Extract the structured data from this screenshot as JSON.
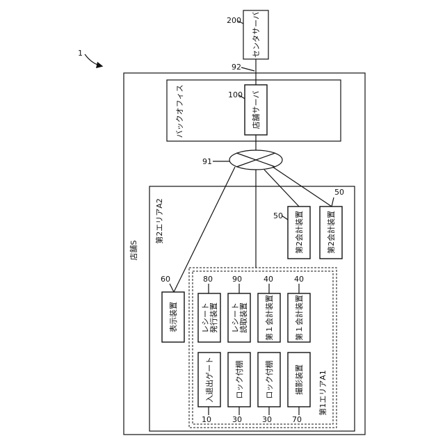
{
  "figure": {
    "system_ref": "1",
    "center_server": {
      "label": "センタサーバ",
      "ref": "200"
    },
    "line_92": "92",
    "store": {
      "label": "店舗S"
    },
    "back_office": {
      "label": "バックオフィス"
    },
    "store_server": {
      "label": "店舗サーバ",
      "ref": "100"
    },
    "network": {
      "ref": "91"
    },
    "area2": {
      "label": "第2エリアA2"
    },
    "area1": {
      "label": "第1エリアA1"
    },
    "checkout2_a": {
      "label": "第2会計装置",
      "ref": "50"
    },
    "checkout2_b": {
      "label": "第2会計装置",
      "ref": "50"
    },
    "display": {
      "label": "表示装置",
      "ref": "60"
    },
    "receipt_issue": {
      "label_line1": "レシート",
      "label_line2": "発行装置",
      "ref": "80"
    },
    "receipt_read": {
      "label_line1": "レシート",
      "label_line2": "読取装置",
      "ref": "90"
    },
    "checkout1_a": {
      "label": "第１会計装置",
      "ref": "40"
    },
    "checkout1_b": {
      "label": "第１会計装置",
      "ref": "40"
    },
    "gate": {
      "label": "入退出ゲート",
      "ref": "10"
    },
    "locker_a": {
      "label": "ロック付棚",
      "ref": "30"
    },
    "locker_b": {
      "label": "ロック付棚",
      "ref": "30"
    },
    "camera": {
      "label": "撮影装置",
      "ref": "70"
    }
  }
}
